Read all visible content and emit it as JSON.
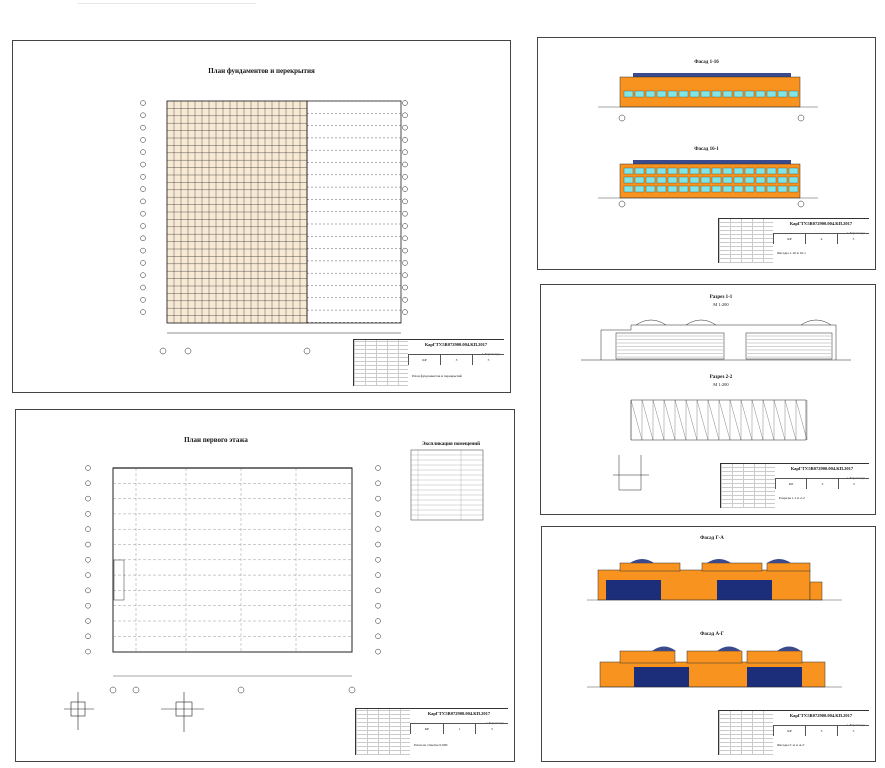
{
  "sheets": {
    "foundation": {
      "title": "План фундаментов и перекрытия",
      "stamp": {
        "code": "КарГТУ.5В072900.004.КП.2017",
        "city": "г. Караганда",
        "name": "План фундаментов и перекрытий",
        "sheet": "3",
        "sheets": "5",
        "stage": "КР"
      }
    },
    "facade1": {
      "title_a": "Фасад 1-16",
      "title_b": "Фасад 16-1",
      "stamp": {
        "code": "КарГТУ.5В072900.004.КП.2017",
        "city": "г. Караганда",
        "name": "Фасады 1-16 и 16-1",
        "sheet": "4",
        "sheets": "5",
        "stage": "КР"
      }
    },
    "firstfloor": {
      "title": "План первого этажа",
      "legend_title": "Экспликация помещений",
      "stamp": {
        "code": "КарГТУ.5В072900.004.КП.2017",
        "city": "г. Караганда",
        "name": "План на отметке 0,000",
        "sheet": "1",
        "sheets": "5",
        "stage": "КР"
      }
    },
    "sections": {
      "title_a": "Разрез 1-1",
      "scale_a": "М 1:200",
      "title_b": "Разрез 2-2",
      "scale_b": "М 1:200",
      "stamp": {
        "code": "КарГТУ.5В072900.004.КП.2017",
        "city": "г. Караганда",
        "name": "Разрезы 1-1 и 2-2",
        "sheet": "2",
        "sheets": "5",
        "stage": "КР"
      }
    },
    "facade2": {
      "title_a": "Фасад Г-А",
      "title_b": "Фасад А-Г",
      "stamp": {
        "code": "КарГТУ.5В072900.004.КП.2017",
        "city": "г. Караганда",
        "name": "Фасады Г-А и А-Г",
        "sheet": "3",
        "sheets": "5",
        "stage": "КР"
      }
    }
  },
  "colors": {
    "facade": "#f7931e",
    "window": "#7fe5e5",
    "door": "#1c2d7a",
    "roof": "#3a4a8c",
    "plan_fill": "#f3d7b0"
  }
}
